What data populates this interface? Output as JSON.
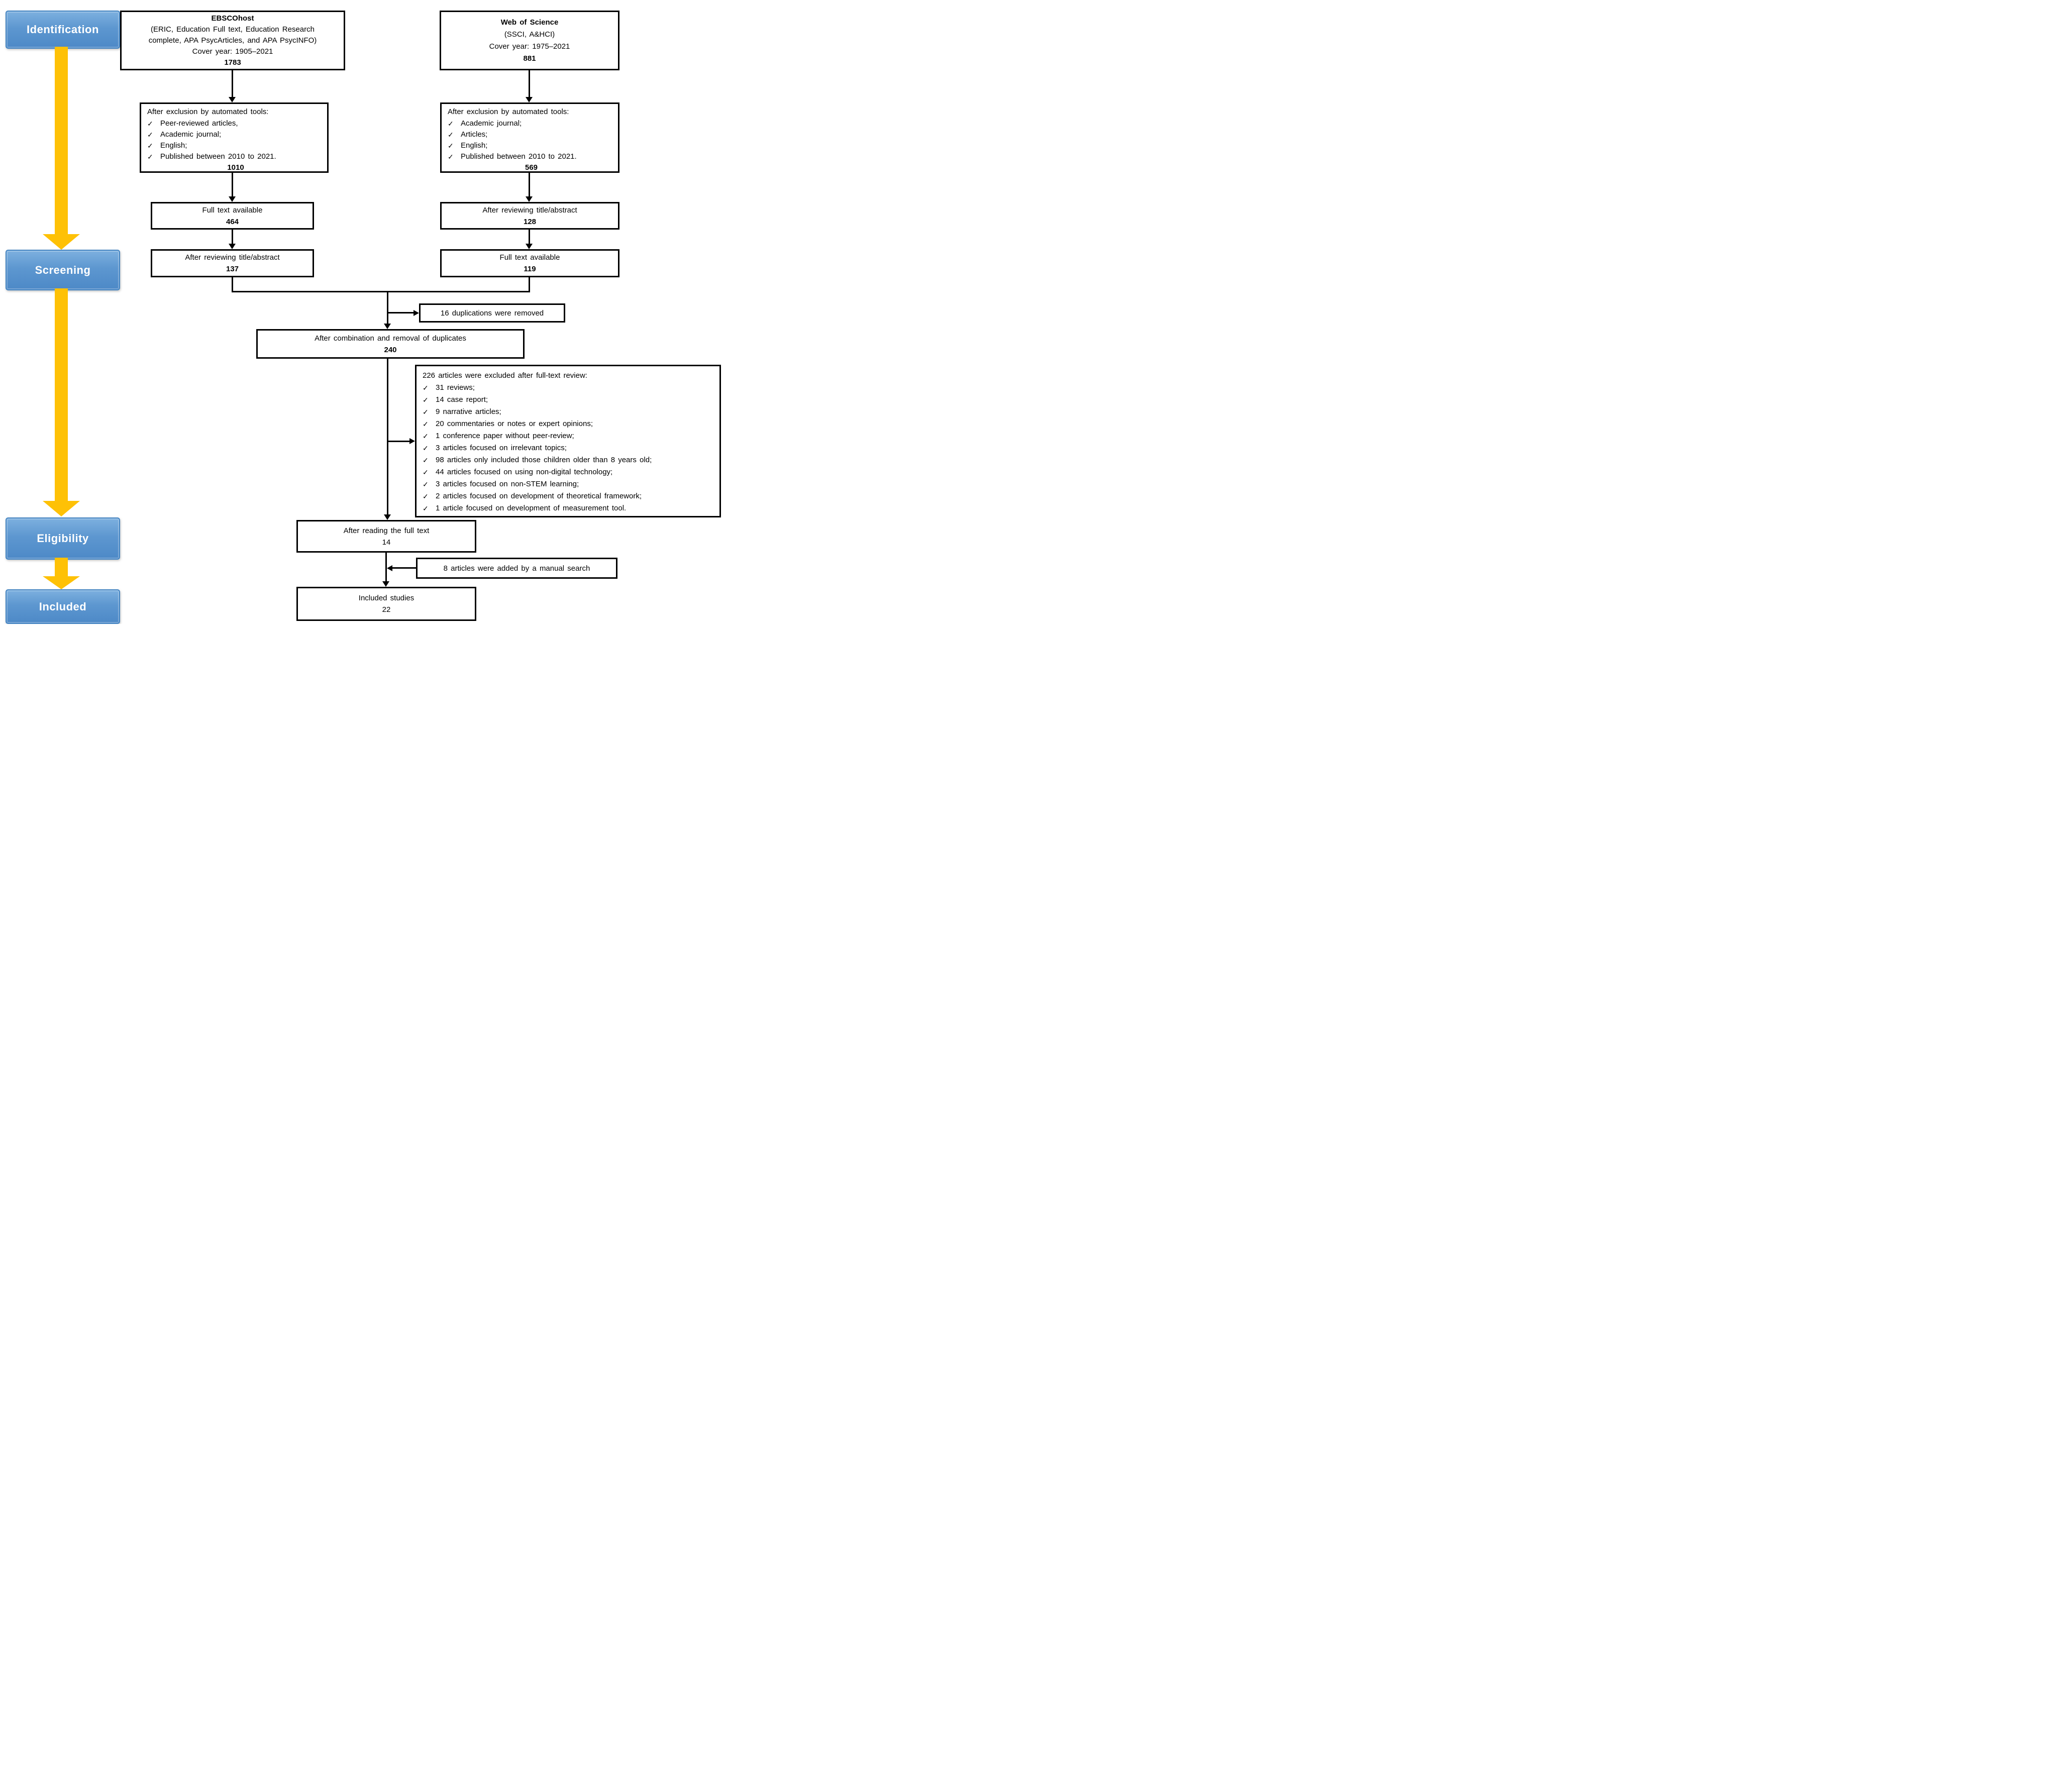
{
  "icons": {
    "check": "✓"
  },
  "colors": {
    "stage_blue": "#5d97d0",
    "stage_border_blue": "#4384c2",
    "arrow_yellow": "#fec106",
    "flow_line_black": "#000000"
  },
  "sidebar": {
    "stages": [
      "Identification",
      "Screening",
      "Eligibility",
      "Included"
    ]
  },
  "left_column": {
    "source_box": {
      "title": "EBSCOhost",
      "subtitle_line1": "(ERIC, Education Full text, Education Research",
      "subtitle_line2": "complete, APA PsycArticles, and APA PsycINFO)",
      "cover_year": "Cover year: 1905–2021",
      "count": "1783"
    },
    "auto_exclusion_box": {
      "heading": "After exclusion by automated tools:",
      "items": [
        "Peer-reviewed articles,",
        "Academic journal;",
        "English;",
        "Published between 2010 to 2021."
      ],
      "count": "1010"
    },
    "fulltext_box": {
      "label": "Full text available",
      "count": "464"
    },
    "title_abstract_box": {
      "label": "After reviewing title/abstract",
      "count": "137"
    }
  },
  "right_column": {
    "source_box": {
      "title": "Web of Science",
      "subtitle_line1": "(SSCI, A&HCI)",
      "cover_year": "Cover year: 1975–2021",
      "count": "881"
    },
    "auto_exclusion_box": {
      "heading": "After exclusion by automated tools:",
      "items": [
        "Academic journal;",
        "Articles;",
        "English;",
        "Published between 2010 to 2021."
      ],
      "count": "569"
    },
    "title_abstract_box": {
      "label": "After reviewing title/abstract",
      "count": "128"
    },
    "fulltext_box": {
      "label": "Full text available",
      "count": "119"
    }
  },
  "merged": {
    "duplications_box": {
      "label": "16 duplications were removed"
    },
    "combination_box": {
      "label": "After combination and removal of duplicates",
      "count": "240"
    },
    "fulltext_exclusion_box": {
      "heading": "226 articles were excluded after full-text review:",
      "items": [
        "31 reviews;",
        "14 case report;",
        "9 narrative articles;",
        "20 commentaries or notes or expert opinions;",
        "1 conference paper without peer-review;",
        "3 articles focused on irrelevant topics;",
        "98 articles only included those children older than 8 years old;",
        "44 articles focused on using non-digital technology;",
        "3 articles focused on non-STEM learning;",
        "2 articles focused on development of theoretical framework;",
        "1 article focused on development of measurement tool."
      ]
    },
    "after_reading_box": {
      "label": "After reading the full text",
      "count": "14"
    },
    "manual_search_box": {
      "label": "8 articles were added by a manual search"
    },
    "included_box": {
      "label": "Included studies",
      "count": "22"
    }
  }
}
